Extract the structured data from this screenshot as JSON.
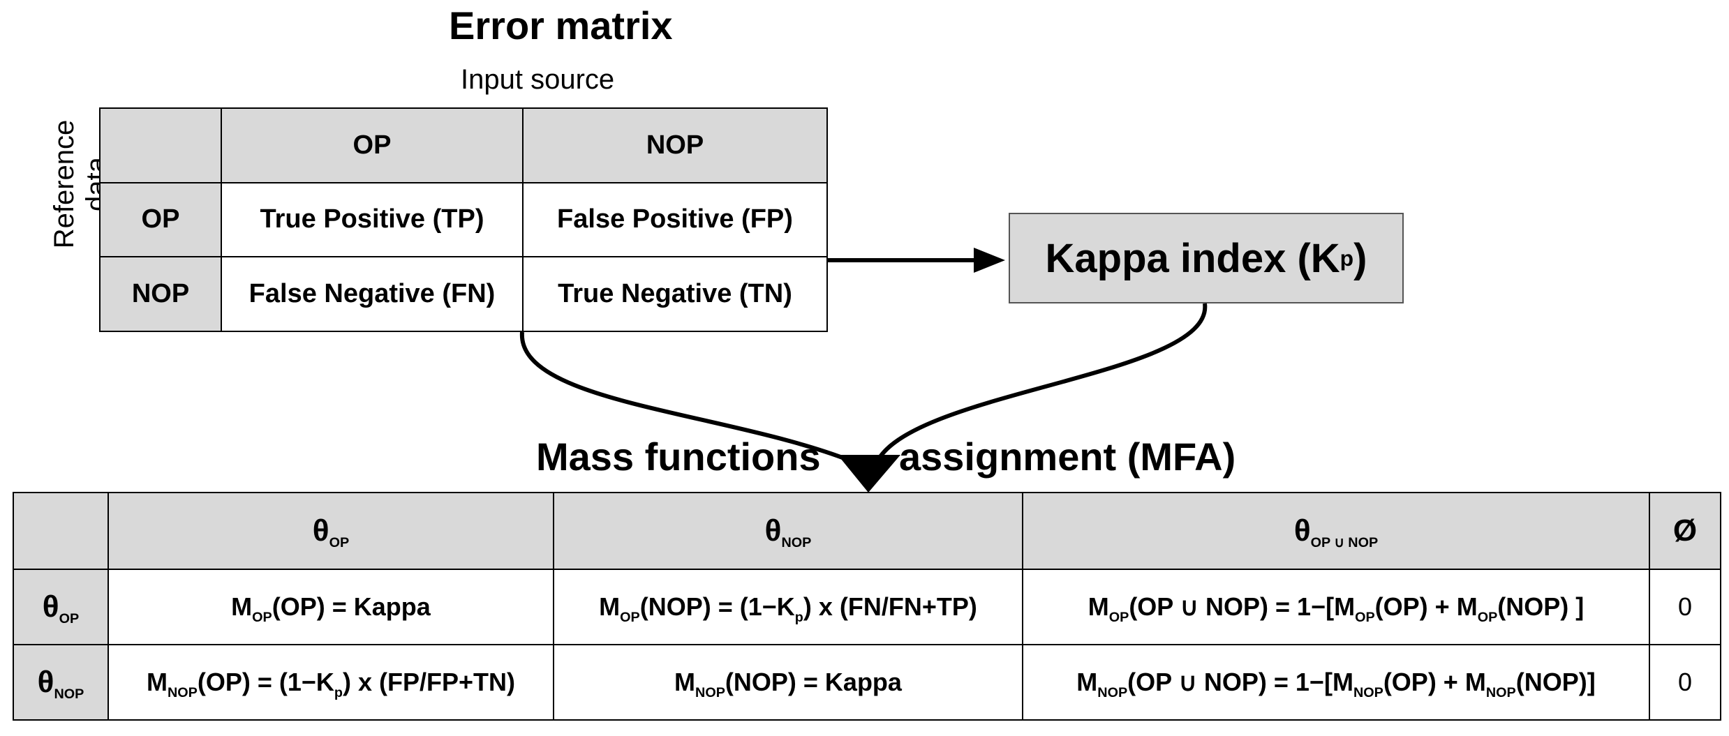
{
  "error_matrix": {
    "title": "Error matrix",
    "input_label": "Input source",
    "reference_label_line1": "Reference",
    "reference_label_line2": "data",
    "col_headers": [
      "OP",
      "NOP"
    ],
    "rows": [
      {
        "header": "OP",
        "cells": [
          "True Positive (TP)",
          "False Positive (FP)"
        ]
      },
      {
        "header": "NOP",
        "cells": [
          "False Negative (FN)",
          "True Negative (TN)"
        ]
      }
    ]
  },
  "kappa": {
    "label": "Kappa index (K",
    "sub": "p",
    "close": ")"
  },
  "mfa": {
    "title_left": "Mass functions",
    "title_right": "assignment (MFA)",
    "theta": "θ",
    "empty_set": "Ø",
    "col_subs": [
      "OP",
      "NOP",
      "OP ∪ NOP"
    ],
    "row_subs": [
      "OP",
      "NOP"
    ],
    "M": "M",
    "zero": "0",
    "r1c1": {
      "sub": "OP",
      "rest": "(OP) = Kappa"
    },
    "r1c2": {
      "sub": "OP",
      "a": "(NOP)  = (1−K",
      "ksub": "p",
      "b": ") x (FN/FN+TP)"
    },
    "r1c3": {
      "sub1": "OP",
      "a": "(OP ∪ NOP) = 1−[M",
      "sub2": "OP",
      "b": "(OP)  + M",
      "sub3": "OP",
      "c": "(NOP) ]"
    },
    "r2c1": {
      "sub": "NOP",
      "a": "(OP)  = (1−K",
      "ksub": "p",
      "b": ") x (FP/FP+TN)"
    },
    "r2c2": {
      "sub": "NOP",
      "rest": "(NOP) = Kappa"
    },
    "r2c3": {
      "sub1": "NOP",
      "a": "(OP ∪ NOP) = 1−[M",
      "sub2": "NOP",
      "b": "(OP) + M",
      "sub3": "NOP",
      "c": "(NOP)]"
    }
  }
}
